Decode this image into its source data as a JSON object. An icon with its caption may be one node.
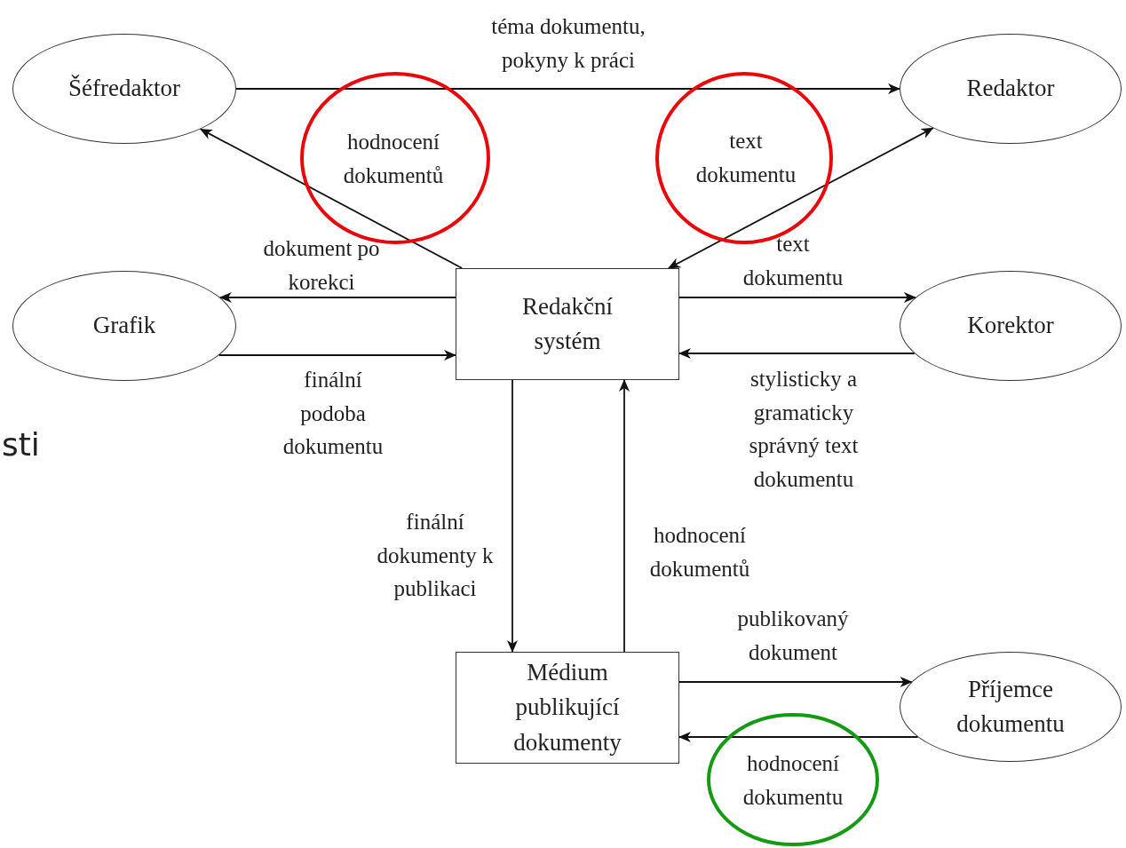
{
  "diagram": {
    "nodes": [
      {
        "text": [
          "Šéfredaktor"
        ]
      },
      {
        "text": [
          "Redaktor"
        ]
      },
      {
        "text": [
          "Grafik"
        ]
      },
      {
        "text": [
          "Redakční systém"
        ]
      },
      {
        "text": [
          "Korektor"
        ]
      },
      {
        "text": [
          "Médium publikující dokumenty"
        ]
      },
      {
        "text": [
          "Příjemce dokumentu"
        ]
      }
    ],
    "edges": [
      {
        "from": 0,
        "to": 1,
        "arrow": "to",
        "label": "téma dokumentu, pokyny k práci"
      },
      {
        "from": 3,
        "to": 0,
        "arrow": "to",
        "label": "hodnocení dokumentů"
      },
      {
        "from": 1,
        "to": 3,
        "arrow": "both",
        "label": "text dokumentu"
      },
      {
        "from": 3,
        "to": 2,
        "arrow": "to",
        "label": "dokument po korekci"
      },
      {
        "from": 2,
        "to": 3,
        "arrow": "to",
        "label": "finální podoba dokumentu"
      },
      {
        "from": 3,
        "to": 4,
        "arrow": "to",
        "label": "text dokumentu"
      },
      {
        "from": 4,
        "to": 3,
        "arrow": "to",
        "label": "stylisticky a gramaticky správný text dokumentu"
      },
      {
        "from": 3,
        "to": 5,
        "arrow": "to",
        "label": "finální dokumenty k publikaci"
      },
      {
        "from": 5,
        "to": 3,
        "arrow": "to",
        "label": "hodnocení dokumentů"
      },
      {
        "from": 5,
        "to": 6,
        "arrow": "to",
        "label": "publikovaný dokument"
      },
      {
        "from": 6,
        "to": 5,
        "arrow": "to",
        "label": "hodnocení dokumentu"
      }
    ],
    "labels": [
      "sti"
    ]
  }
}
